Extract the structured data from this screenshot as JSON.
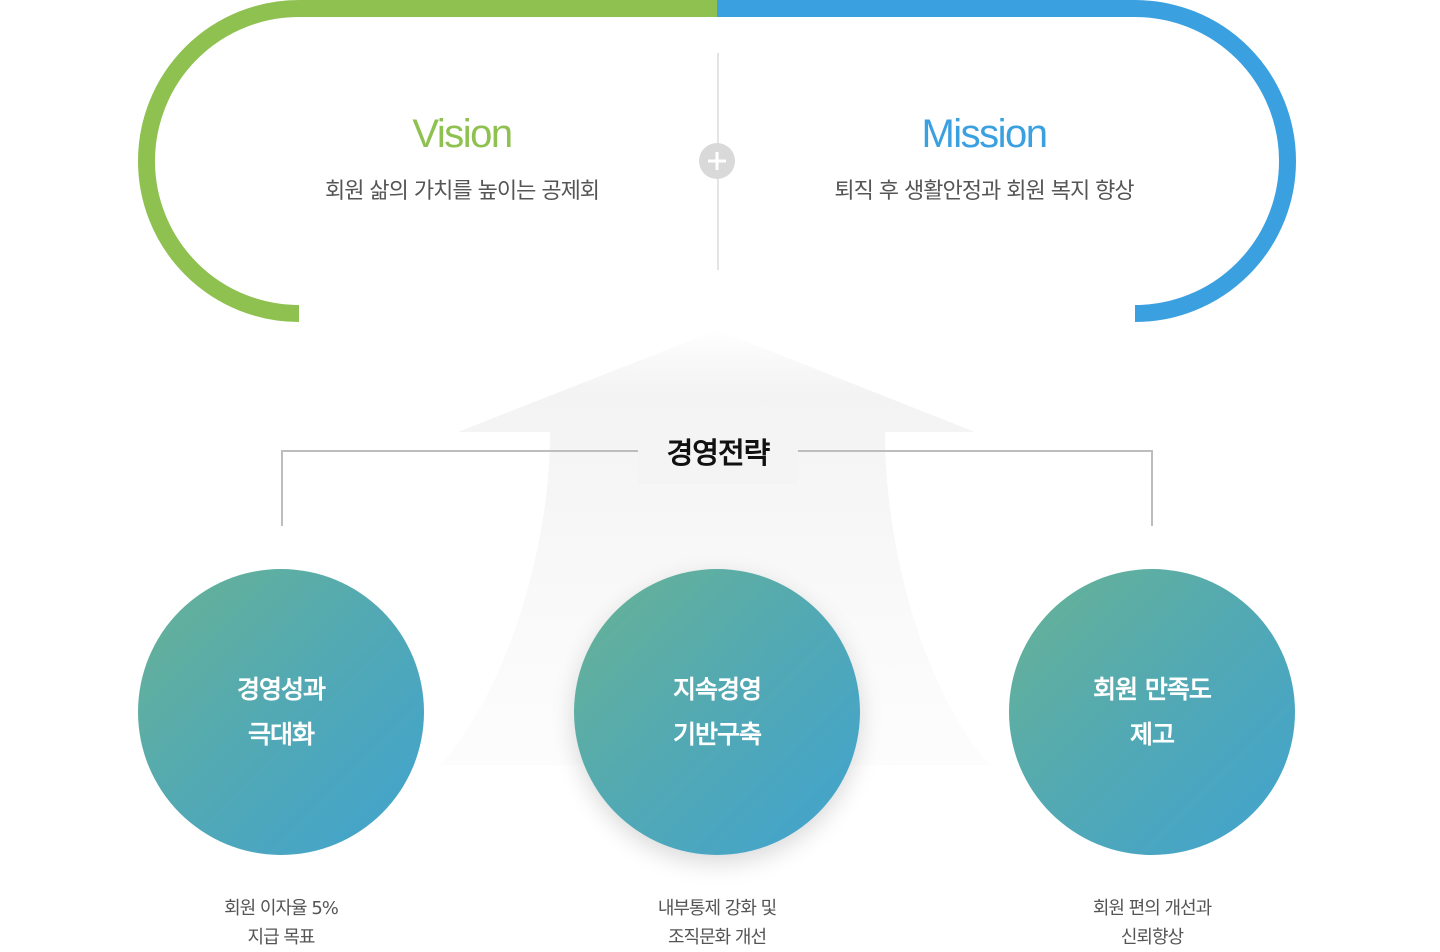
{
  "vision": {
    "title": "Vision",
    "text": "회원 삶의 가치를 높이는 공제회"
  },
  "mission": {
    "title": "Mission",
    "text": "퇴직 후 생활안정과 회원 복지 향상"
  },
  "strategy": {
    "heading": "경영전략",
    "items": [
      {
        "line1": "경영성과",
        "line2": "극대화",
        "desc1": "회원 이자율 5%",
        "desc2": "지급 목표"
      },
      {
        "line1": "지속경영",
        "line2": "기반구축",
        "desc1": "내부통제 강화 및",
        "desc2": "조직문화 개선"
      },
      {
        "line1": "회원 만족도",
        "line2": "제고",
        "desc1": "회원 편의 개선과",
        "desc2": "신뢰향상"
      }
    ]
  },
  "colors": {
    "green": "#8fc151",
    "blue": "#3aa0e0"
  }
}
